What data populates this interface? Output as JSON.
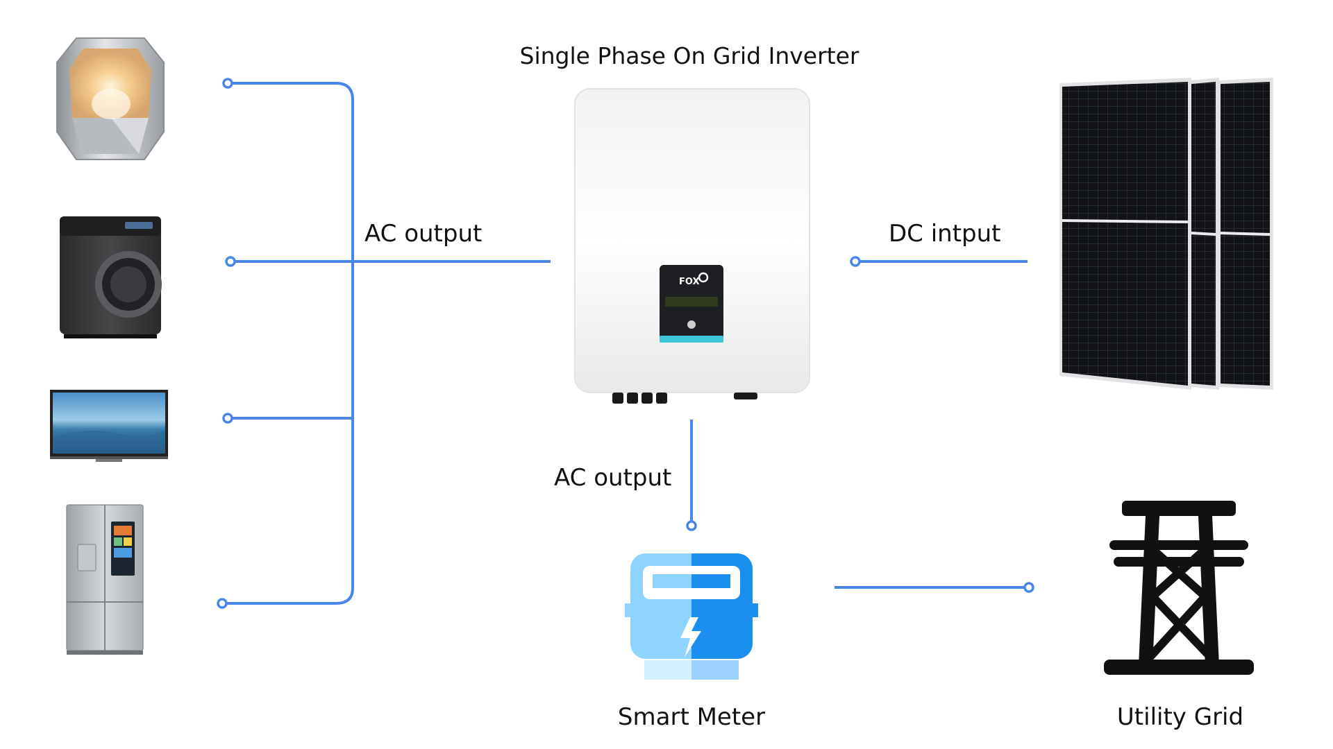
{
  "diagram": {
    "title": "Single Phase On Grid Inverter",
    "labels": {
      "ac_output_loads": "AC output",
      "dc_input": "DC intput",
      "ac_output_meter": "AC output",
      "smart_meter": "Smart Meter",
      "utility_grid": "Utility Grid"
    },
    "inverter": {
      "brand": "FOX"
    },
    "colors": {
      "wire": "#4a86e8",
      "meter_light": "#8fd3ff",
      "meter_dark": "#1a8ff0",
      "grid_icon": "#111111"
    }
  }
}
